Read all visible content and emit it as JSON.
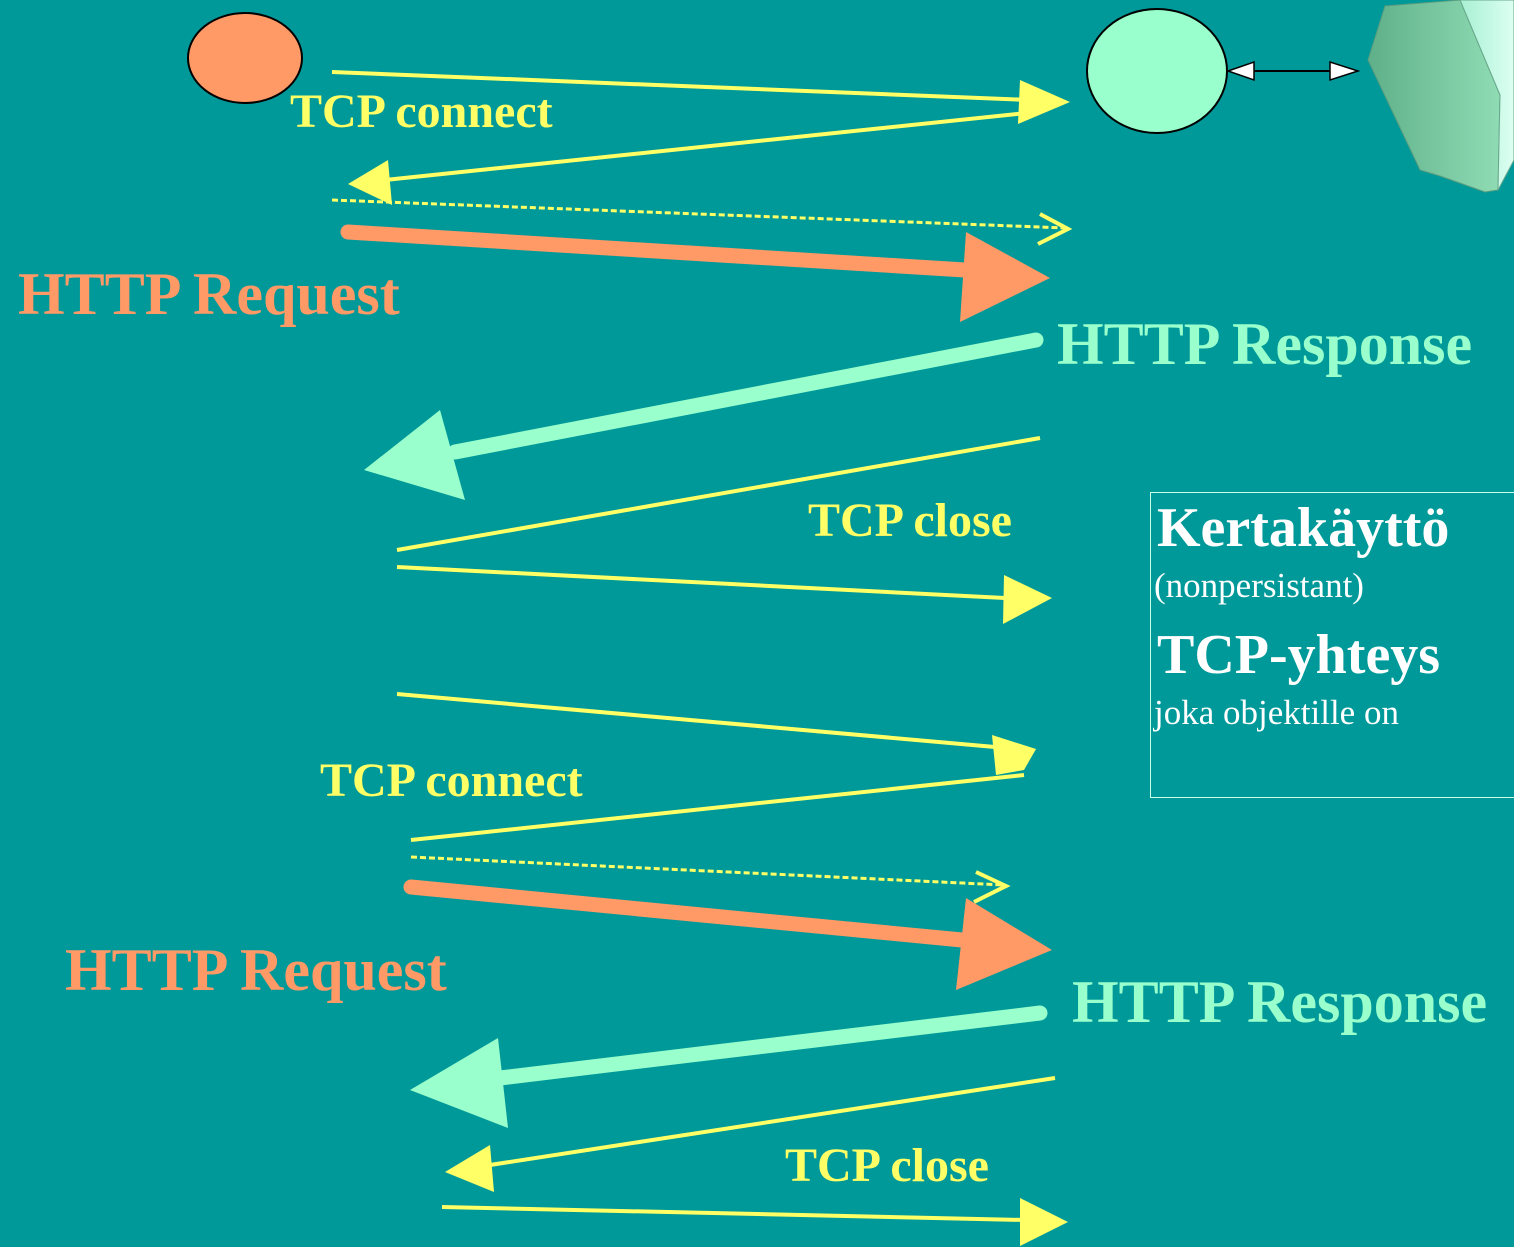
{
  "colors": {
    "background": "#009999",
    "tcp_arrow": "#ffff66",
    "request": "#ff9966",
    "response": "#99ffcc",
    "client": "#ff9966",
    "server": "#99ffcc",
    "note_text": "#ffffff"
  },
  "labels": {
    "tcp_connect_1": "TCP connect",
    "http_request_1": "HTTP Request",
    "http_response_1": "HTTP Response",
    "tcp_close_1": "TCP close",
    "tcp_connect_2": "TCP connect",
    "http_request_2": "HTTP Request",
    "http_response_2": "HTTP Response",
    "tcp_close_2": "TCP close"
  },
  "note": {
    "line1": "Kertakäyttö",
    "line2": "(nonpersistant)",
    "line3": "TCP-yhteys",
    "line4": "joka objektille on"
  },
  "icons": {
    "client": "client-node-icon",
    "server": "server-node-icon",
    "storage": "storage-block-icon",
    "link": "double-arrow-icon"
  }
}
